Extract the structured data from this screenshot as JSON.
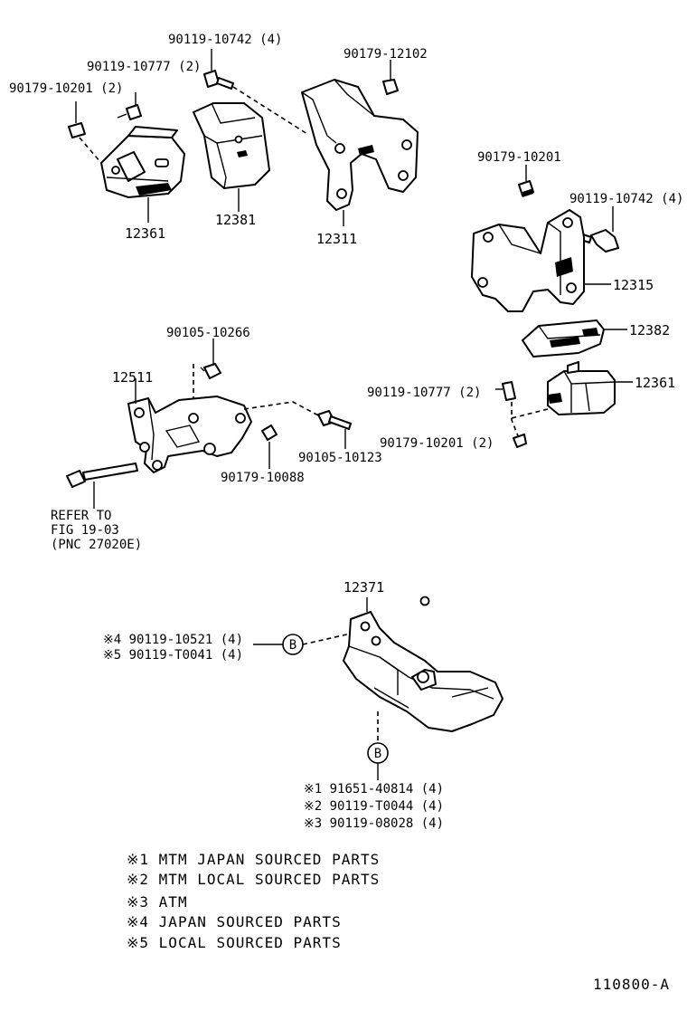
{
  "labels": {
    "p90119_10742_a": "90119-10742 (4)",
    "p90179_12102": "90179-12102",
    "p90119_10777_a": "90119-10777 (2)",
    "p90179_10201_a": "90179-10201 (2)",
    "p12361_a": "12361",
    "p12381": "12381",
    "p12311": "12311",
    "p90179_10201_b": "90179-10201",
    "p90119_10742_b": "90119-10742 (4)",
    "p12315": "12315",
    "p12382": "12382",
    "p90105_10266": "90105-10266",
    "p12511": "12511",
    "p12361_b": "12361",
    "p90119_10777_b": "90119-10777 (2)",
    "p90179_10201_c": "90179-10201 (2)",
    "p90105_10123": "90105-10123",
    "p90179_10088": "90179-10088",
    "refer_1": "REFER TO",
    "refer_2": "FIG 19-03",
    "refer_3": "(PNC 27020E)",
    "p12371": "12371",
    "b4": "※4 90119-10521 (4)",
    "b5": "※5 90119-T0041 (4)",
    "callout_b": "B",
    "r1": "※1 91651-40814 (4)",
    "r2": "※2 90119-T0044 (4)",
    "r3": "※3 90119-08028 (4)"
  },
  "notes": [
    "※1 MTM JAPAN SOURCED PARTS",
    "※2 MTM LOCAL SOURCED PARTS",
    "※3 ATM",
    "※4 JAPAN SOURCED PARTS",
    "※5 LOCAL SOURCED PARTS"
  ],
  "figure_code": "110800-A"
}
